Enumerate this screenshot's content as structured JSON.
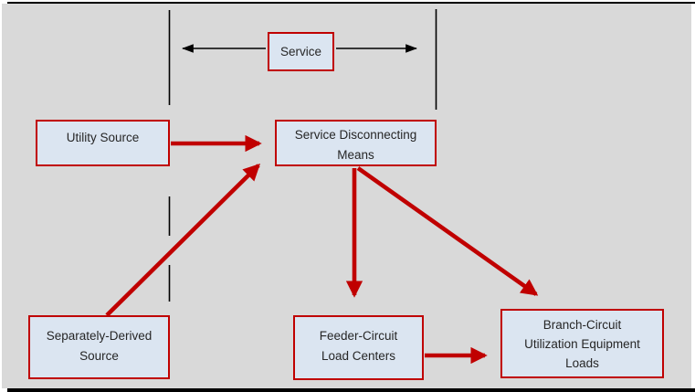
{
  "figure": {
    "type": "flow-diagram",
    "description": "Electrical service one-line diagram showing service span and power flow"
  },
  "colors": {
    "page_bg": "#ffffff",
    "canvas_bg": "#d9d9d9",
    "box_fill": "#dbe5f1",
    "box_border": "#c00000",
    "arrow_red": "#c00000",
    "line_black": "#000000",
    "rule_black": "#000000",
    "text_color": "#262626"
  },
  "nodes": {
    "service": {
      "label": "Service"
    },
    "utility": {
      "label": "Utility Source"
    },
    "sdm": {
      "lines": [
        "Service Disconnecting",
        "Means"
      ]
    },
    "sds": {
      "lines": [
        "Separately-Derived",
        "Source"
      ]
    },
    "feeder": {
      "lines": [
        "Feeder-Circuit",
        "Load Centers"
      ]
    },
    "branch": {
      "lines": [
        "Branch-Circuit",
        "Utilization Equipment",
        "Loads"
      ]
    }
  },
  "connectors": [
    {
      "name": "service-span-left-arrow",
      "from": "service-box",
      "to": "left-boundary-line",
      "style": "black-arrow"
    },
    {
      "name": "service-span-right-arrow",
      "from": "service-box",
      "to": "right-boundary-line",
      "style": "black-arrow"
    },
    {
      "name": "utility-to-sdm",
      "from": "utility",
      "to": "sdm",
      "style": "red-arrow"
    },
    {
      "name": "sds-to-sdm",
      "from": "sds",
      "to": "sdm",
      "style": "red-arrow"
    },
    {
      "name": "sdm-to-feeder",
      "from": "sdm",
      "to": "feeder",
      "style": "red-arrow"
    },
    {
      "name": "sdm-to-branch",
      "from": "sdm",
      "to": "branch",
      "style": "red-arrow"
    },
    {
      "name": "feeder-to-branch",
      "from": "feeder",
      "to": "branch",
      "style": "red-arrow"
    }
  ]
}
